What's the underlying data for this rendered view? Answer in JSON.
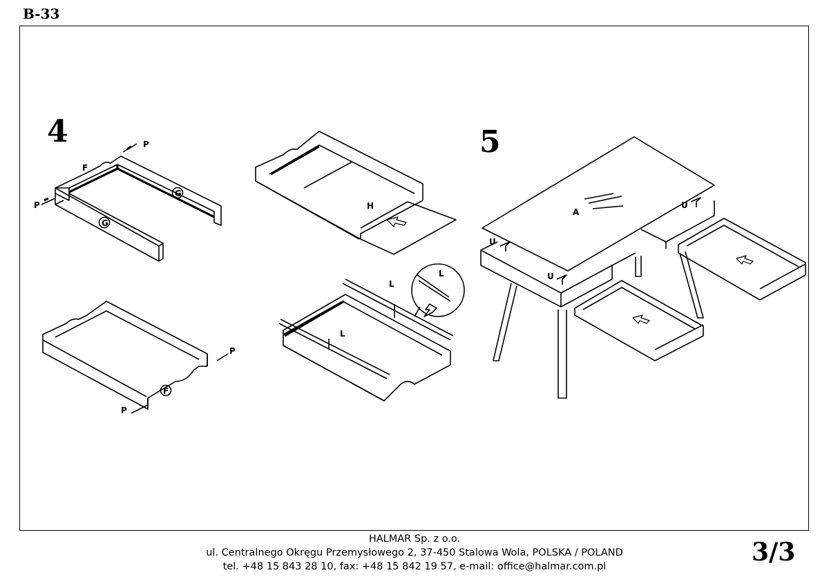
{
  "header": {
    "model_code": "B-33"
  },
  "steps": [
    {
      "number": "4"
    },
    {
      "number": "5"
    }
  ],
  "part_labels": {
    "P": "P",
    "F": "F",
    "G": "G",
    "H": "H",
    "L": "L",
    "A": "A",
    "U": "U"
  },
  "footer": {
    "company": "HALMAR Sp. z o.o.",
    "address": "ul. Centralnego Okręgu Przemysłowego 2, 37-450 Stalowa Wola, POLSKA / POLAND",
    "contact": "tel. +48 15 843 28 10, fax: +48 15 842 19 57, e-mail: office@halmar.com.pl"
  },
  "page_number": "3/3"
}
